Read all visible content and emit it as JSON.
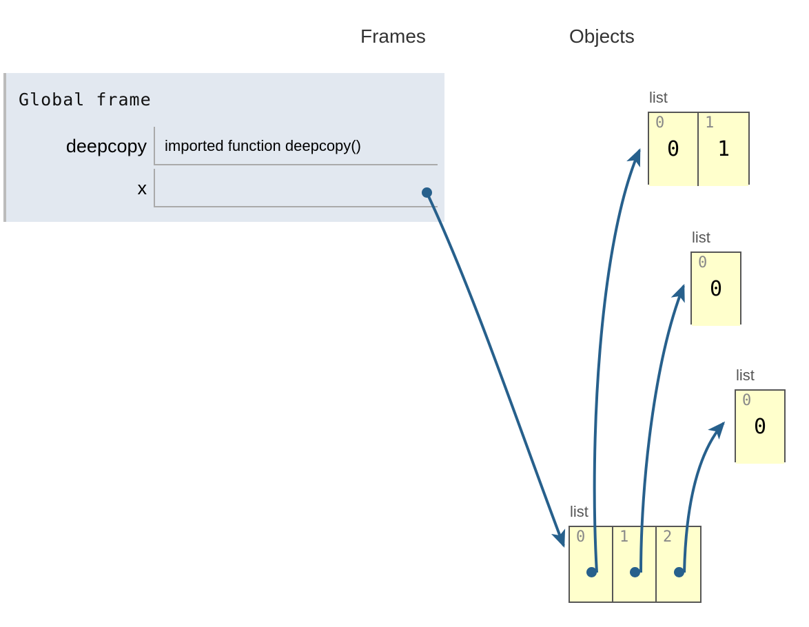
{
  "headers": {
    "frames": "Frames",
    "objects": "Objects"
  },
  "colors": {
    "frame_background": "#e2e8f0",
    "frame_border": "#bbbbbb",
    "heap_object_background": "#ffffcc",
    "heap_object_border": "#555555",
    "pointer": "#27608c",
    "index_label": "#888888",
    "page_background": "#ffffff"
  },
  "frame": {
    "title": "Global frame",
    "variables": [
      {
        "name": "deepcopy",
        "value": "imported function deepcopy()",
        "is_pointer": false
      },
      {
        "name": "x",
        "value": "",
        "is_pointer": true
      }
    ]
  },
  "heap": {
    "objects": [
      {
        "id": "list-1",
        "type_label": "list",
        "cells": [
          {
            "index": "0",
            "value": "0",
            "is_pointer": false
          },
          {
            "index": "1",
            "value": "1",
            "is_pointer": false
          }
        ]
      },
      {
        "id": "list-2",
        "type_label": "list",
        "cells": [
          {
            "index": "0",
            "value": "0",
            "is_pointer": false
          }
        ]
      },
      {
        "id": "list-3",
        "type_label": "list",
        "cells": [
          {
            "index": "0",
            "value": "0",
            "is_pointer": false
          }
        ]
      },
      {
        "id": "list-outer",
        "type_label": "list",
        "cells": [
          {
            "index": "0",
            "value": "",
            "is_pointer": true
          },
          {
            "index": "1",
            "value": "",
            "is_pointer": true
          },
          {
            "index": "2",
            "value": "",
            "is_pointer": true
          }
        ]
      }
    ]
  },
  "arrows": [
    {
      "from": "frame-variable-x",
      "to": "list-outer"
    },
    {
      "from": "list-outer-cell-0",
      "to": "list-1"
    },
    {
      "from": "list-outer-cell-1",
      "to": "list-2"
    },
    {
      "from": "list-outer-cell-2",
      "to": "list-3"
    }
  ]
}
